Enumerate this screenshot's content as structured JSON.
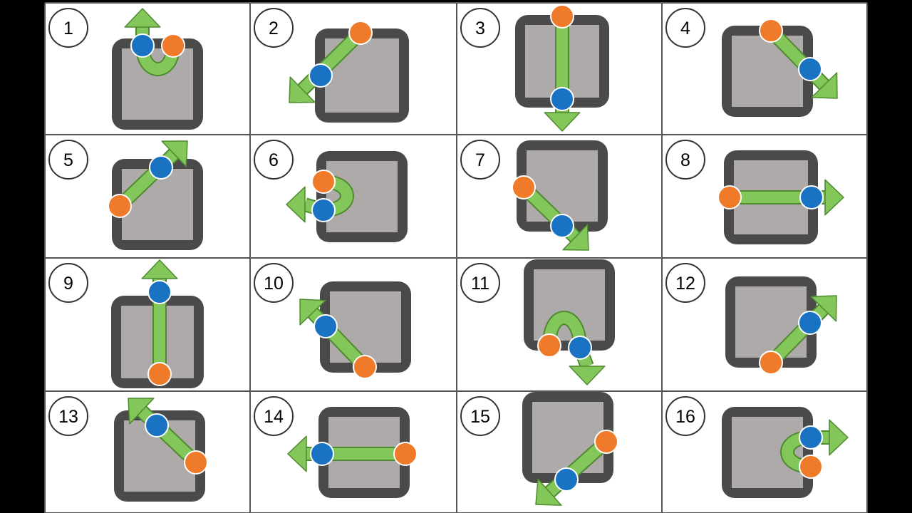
{
  "colors": {
    "background": "#000000",
    "cell": "#ffffff",
    "grid_line": "#555555",
    "box_outer": "#4a4a4a",
    "box_inner": "#aeaaaa",
    "arrow": "#83c75b",
    "arrow_outline": "#4f8a30",
    "blue_dot": "#1a72c2",
    "orange_dot": "#ef7a2a",
    "number_circle": "#ffffff"
  },
  "cells": [
    {
      "number": "1",
      "icon": "u-turn-up-icon"
    },
    {
      "number": "2",
      "icon": "arrow-down-left-icon"
    },
    {
      "number": "3",
      "icon": "arrow-down-icon"
    },
    {
      "number": "4",
      "icon": "arrow-down-right-icon"
    },
    {
      "number": "5",
      "icon": "arrow-up-right-icon"
    },
    {
      "number": "6",
      "icon": "u-turn-left-icon"
    },
    {
      "number": "7",
      "icon": "arrow-down-right-icon"
    },
    {
      "number": "8",
      "icon": "arrow-right-icon"
    },
    {
      "number": "9",
      "icon": "arrow-up-icon"
    },
    {
      "number": "10",
      "icon": "arrow-up-left-icon"
    },
    {
      "number": "11",
      "icon": "u-turn-down-icon"
    },
    {
      "number": "12",
      "icon": "arrow-up-right-icon"
    },
    {
      "number": "13",
      "icon": "arrow-up-left-icon"
    },
    {
      "number": "14",
      "icon": "arrow-left-icon"
    },
    {
      "number": "15",
      "icon": "arrow-down-left-icon"
    },
    {
      "number": "16",
      "icon": "u-turn-right-icon"
    }
  ]
}
